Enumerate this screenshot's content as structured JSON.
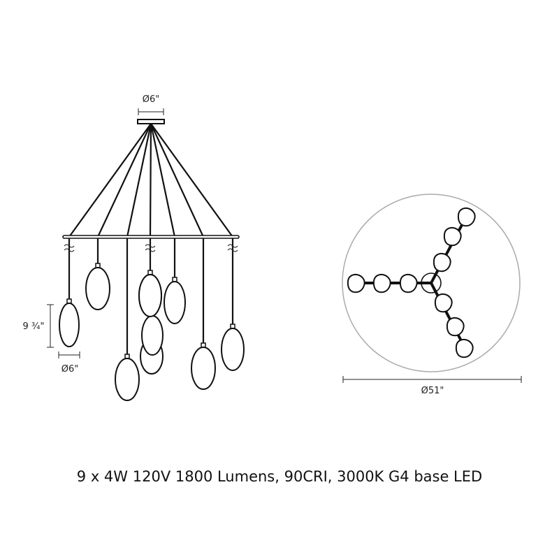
{
  "side_view": {
    "canopy_dimension": "Ø6\"",
    "pendant_height": "9 ¾\"",
    "pendant_diameter": "Ø6\""
  },
  "top_view": {
    "overall_diameter": "Ø51\""
  },
  "caption": "9 x 4W 120V 1800 Lumens, 90CRI, 3000K G4 base LED"
}
